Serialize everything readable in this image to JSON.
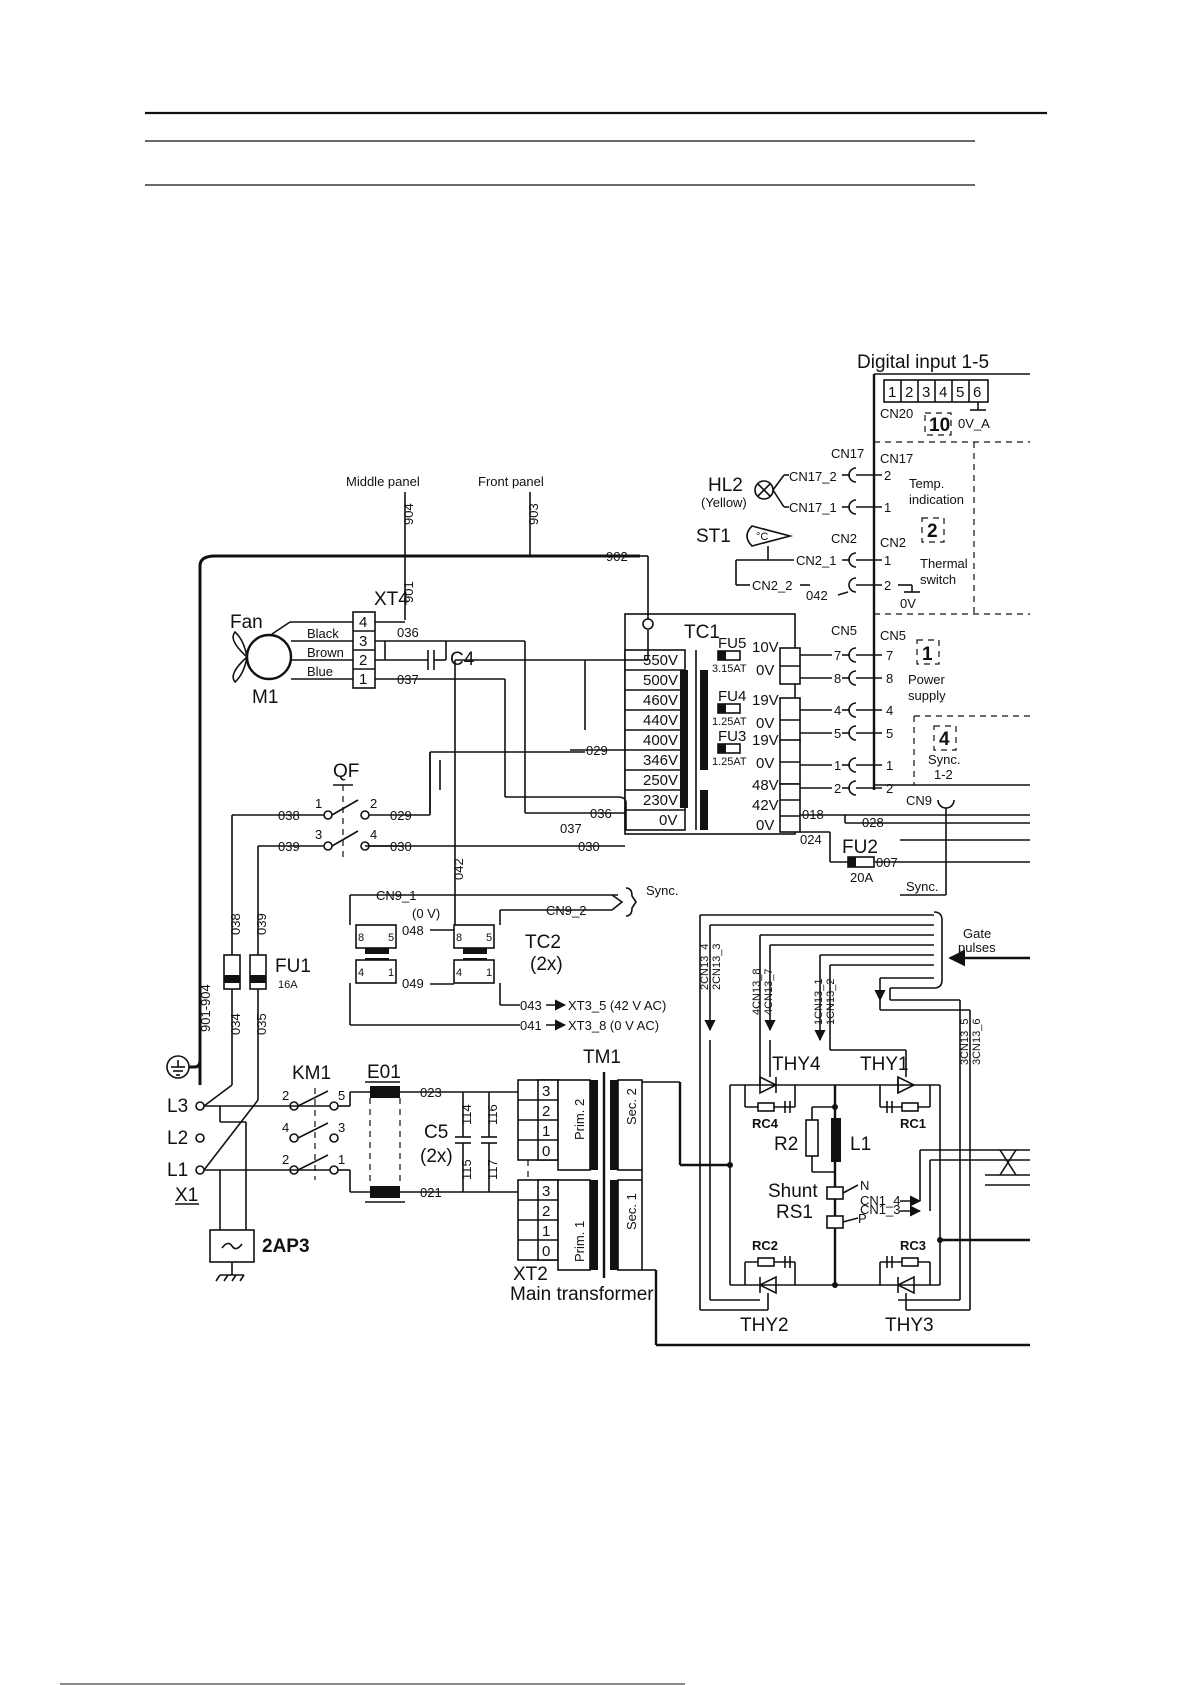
{
  "labels": {
    "digital_input": "Digital input 1-5",
    "cn20": "CN20",
    "cn20_pins": [
      "1",
      "2",
      "3",
      "4",
      "5",
      "6"
    ],
    "box10": "10",
    "ov_a": "0V_A",
    "cn17": "CN17",
    "cn17_2": "CN17_2",
    "cn17_1": "CN17_1",
    "pin_1": "1",
    "pin_2": "2",
    "temp_indication_1": "Temp.",
    "temp_indication_2": "indication",
    "box2": "2",
    "hl2": "HL2",
    "yellow": "(Yellow)",
    "st1": "ST1",
    "degc": "°C",
    "cn2": "CN2",
    "cn2_1": "CN2_1",
    "cn2_2": "CN2_2",
    "thermal_1": "Thermal",
    "thermal_2": "switch",
    "ov": "0V",
    "w042": "042",
    "cn5": "CN5",
    "box1": "1",
    "power_1": "Power",
    "power_2": "supply",
    "box4": "4",
    "sync_1": "Sync.",
    "sync_2": "1-2",
    "cn9": "CN9",
    "middle_panel": "Middle panel",
    "front_panel": "Front panel",
    "w904": "904",
    "w903": "903",
    "w902": "902",
    "w901": "901",
    "xt4": "XT4",
    "fan": "Fan",
    "m1": "M1",
    "black": "Black",
    "brown": "Brown",
    "blue": "Blue",
    "xt4_pins": [
      "4",
      "3",
      "2",
      "1"
    ],
    "w036": "036",
    "w037": "037",
    "c4": "C4",
    "tc1": "TC1",
    "taps": [
      "550V",
      "500V",
      "460V",
      "440V",
      "400V",
      "346V",
      "250V",
      "230V",
      "0V"
    ],
    "fu5": "FU5",
    "fu5_rating": "3.15AT",
    "fu4": "FU4",
    "fu4_rating": "1.25AT",
    "fu3": "FU3",
    "fu3_rating": "1.25AT",
    "v10": "10V",
    "v19": "19V",
    "v48": "48V",
    "v42": "42V",
    "w029": "029",
    "w030": "030",
    "w038": "038",
    "w039": "039",
    "w018": "018",
    "w028": "028",
    "w024": "024",
    "w007": "007",
    "fu2": "FU2",
    "fu2_rating": "20A",
    "sync": "Sync.",
    "p7": "7",
    "p8": "8",
    "p4": "4",
    "p5": "5",
    "p3": "3",
    "qf": "QF",
    "cn9_1": "CN9_1",
    "cn9_2": "CN9_2",
    "ov_paren": "(0 V)",
    "w048": "048",
    "w049": "049",
    "w043": "043",
    "w041": "041",
    "xt3_5": "XT3_5 (42 V AC)",
    "xt3_8": "XT3_8 (0 V AC)",
    "tc2": "TC2",
    "tc2_qty": "(2x)",
    "fu1": "FU1",
    "fu1_rating": "16A",
    "w901_904": "901-904",
    "w034": "034",
    "w035": "035",
    "km1": "KM1",
    "e01": "E01",
    "w023": "023",
    "w021": "021",
    "c5": "C5",
    "c5_qty": "(2x)",
    "w114": "114",
    "w116": "116",
    "w115": "115",
    "w117": "117",
    "tm1": "TM1",
    "xt2": "XT2",
    "prim2": "Prim. 2",
    "prim1": "Prim. 1",
    "sec2": "Sec. 2",
    "sec1": "Sec. 1",
    "main_transformer": "Main transformer",
    "l3": "L3",
    "l2": "L2",
    "l1": "L1",
    "x1": "X1",
    "ap3": "2AP3",
    "gate_1": "Gate",
    "gate_2": "pulses",
    "c2cn13_4": "2CN13_4",
    "c2cn13_3": "2CN13_3",
    "c4cn13_8": "4CN13_8",
    "c4cn13_7": "4CN13_7",
    "c1cn13_1": "1CN13_1",
    "c1cn13_2": "1CN13_2",
    "c3cn13_5": "3CN13_5",
    "c3cn13_6": "3CN13_6",
    "thy4": "THY4",
    "thy1": "THY1",
    "thy2": "THY2",
    "thy3": "THY3",
    "rc4": "RC4",
    "rc1": "RC1",
    "rc2": "RC2",
    "rc3": "RC3",
    "r2": "R2",
    "l1c": "L1",
    "shunt": "Shunt",
    "rs1": "RS1",
    "n": "N",
    "p": "P",
    "cn1_4": "CN1_4",
    "cn1_3": "CN1_3",
    "n0": "0",
    "n1": "1",
    "n2": "2",
    "n3": "3"
  }
}
